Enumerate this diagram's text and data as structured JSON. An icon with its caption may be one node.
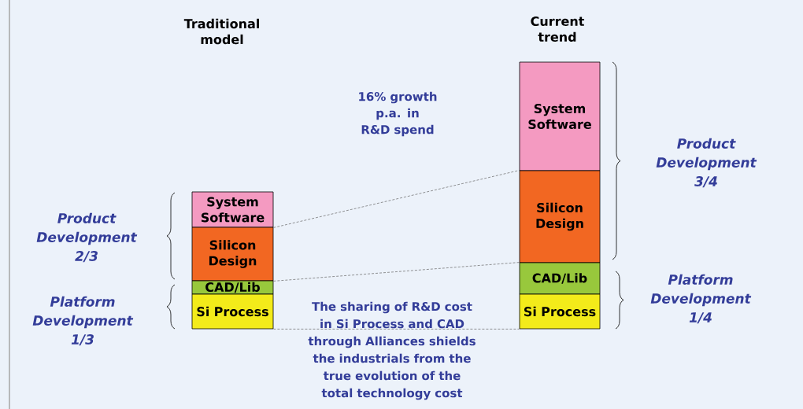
{
  "diagram": {
    "nodes": [
      {
        "text": [
          "System Software"
        ]
      },
      {
        "text": [
          "Silicon Design"
        ]
      },
      {
        "text": [
          "CAD/Lib"
        ]
      },
      {
        "text": [
          "Si Process"
        ]
      },
      {
        "text": [
          "System Software"
        ]
      },
      {
        "text": [
          "Silicon Design"
        ]
      },
      {
        "text": [
          "CAD/Lib"
        ]
      },
      {
        "text": [
          "Si Process"
        ]
      }
    ],
    "edges": [
      {
        "from": 0,
        "to": 5,
        "arrow": "none"
      },
      {
        "from": 1,
        "to": 6,
        "arrow": "none"
      },
      {
        "from": 3,
        "to": 7,
        "arrow": "none"
      }
    ],
    "labels": [
      "Traditional model",
      "Current trend",
      "16% growth p.a. in R&D spend",
      "Product Development 2/3",
      "Product Development 3/4",
      "Platform Development 1/3",
      "Platform Development 1/4",
      "The sharing of R&D cost in Si Process and CAD through Alliances shields the industrials from the true evolution of the total technology cost"
    ]
  }
}
